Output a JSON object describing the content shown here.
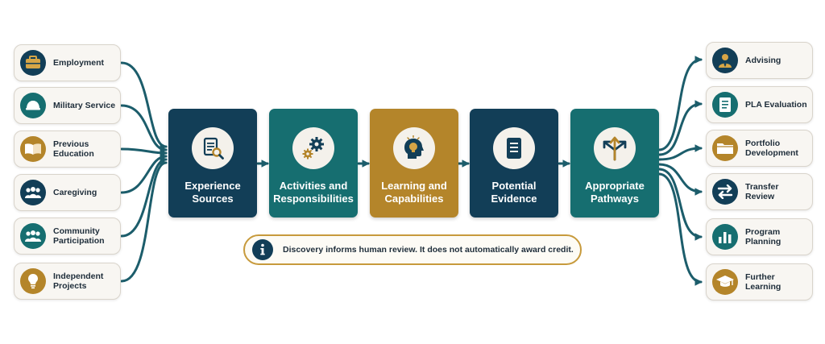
{
  "sources": [
    {
      "label": "Employment",
      "icon": "briefcase-icon",
      "color": "#123e57"
    },
    {
      "label": "Military Service",
      "icon": "helmet-icon",
      "color": "#166e70"
    },
    {
      "label": "Previous Education",
      "icon": "open-book-icon",
      "color": "#b4852a"
    },
    {
      "label": "Caregiving",
      "icon": "people-icon",
      "color": "#123e57"
    },
    {
      "label": "Community Participation",
      "icon": "group-icon",
      "color": "#166e70"
    },
    {
      "label": "Independent Projects",
      "icon": "lightbulb-icon",
      "color": "#b4852a"
    }
  ],
  "stages": [
    {
      "label": "Experience Sources",
      "icon": "document-search-icon",
      "color": "#123e57"
    },
    {
      "label": "Activities and Responsibilities",
      "icon": "gears-icon",
      "color": "#166e70"
    },
    {
      "label": "Learning and Capabilities",
      "icon": "head-lightbulb-icon",
      "color": "#b4852a"
    },
    {
      "label": "Potential Evidence",
      "icon": "document-icon",
      "color": "#123e57"
    },
    {
      "label": "Appropriate Pathways",
      "icon": "split-arrows-icon",
      "color": "#166e70"
    }
  ],
  "outcomes": [
    {
      "label": "Advising",
      "icon": "advisor-icon",
      "color": "#123e57"
    },
    {
      "label": "PLA Evaluation",
      "icon": "checklist-icon",
      "color": "#166e70"
    },
    {
      "label": "Portfolio Development",
      "icon": "folder-icon",
      "color": "#b4852a"
    },
    {
      "label": "Transfer Review",
      "icon": "transfer-arrows-icon",
      "color": "#123e57"
    },
    {
      "label": "Program Planning",
      "icon": "bar-chart-icon",
      "color": "#166e70"
    },
    {
      "label": "Further Learning",
      "icon": "graduation-cap-icon",
      "color": "#b4852a"
    }
  ],
  "note": {
    "text": "Discovery informs human review. It does not automatically award credit.",
    "icon": "info-icon"
  },
  "colors": {
    "navy": "#123e57",
    "teal": "#166e70",
    "gold": "#b4852a",
    "connector": "#1c5d6b"
  }
}
